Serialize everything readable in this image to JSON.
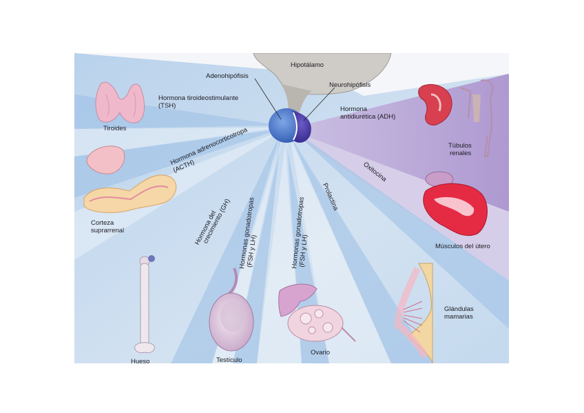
{
  "labels": {
    "hypothalamus": "Hipotálamo",
    "adenohypophysis": "Adenohipófisis",
    "neurohypophysis": "Neurohipófisis",
    "tsh_line1": "Hormona tiroideostimulante",
    "tsh_line2": "(TSH)",
    "thyroid": "Tiroides",
    "acth_line1": "Hormona adrenocorticotropa",
    "acth_line2": "(ACTH)",
    "adrenal_line1": "Corteza",
    "adrenal_line2": "suprarrenal",
    "gh_line1": "Hormona del",
    "gh_line2": "crecimiento (GH)",
    "bone": "Hueso",
    "gonad1_line1": "Hormonas gonadotropas",
    "gonad1_line2": "(FSH y LH)",
    "testicle": "Testículo",
    "gonad2_line1": "Hormonas gonadotropas",
    "gonad2_line2": "(FSH y LH)",
    "ovary": "Ovario",
    "prolactin": "Prolactina",
    "adh_line1": "Hormona",
    "adh_line2": "antidiurética (ADH)",
    "tubules_line1": "Túbulos",
    "tubules_line2": "renales",
    "oxytocin": "Oxitocina",
    "uterus": "Músculos del útero",
    "mammary_line1": "Glándulas",
    "mammary_line2": "mamarias"
  },
  "colors": {
    "background_blue": "#c9dcef",
    "ray_blue": "#9fc1e5",
    "ray_purple": "#b59fd1",
    "pituitary_anterior": "#3f6fc6",
    "pituitary_posterior": "#4a3aa5",
    "hypothalamus": "#c9c6c1",
    "organ_pink": "#f0b7c9",
    "uterus_red": "#e0304a"
  }
}
